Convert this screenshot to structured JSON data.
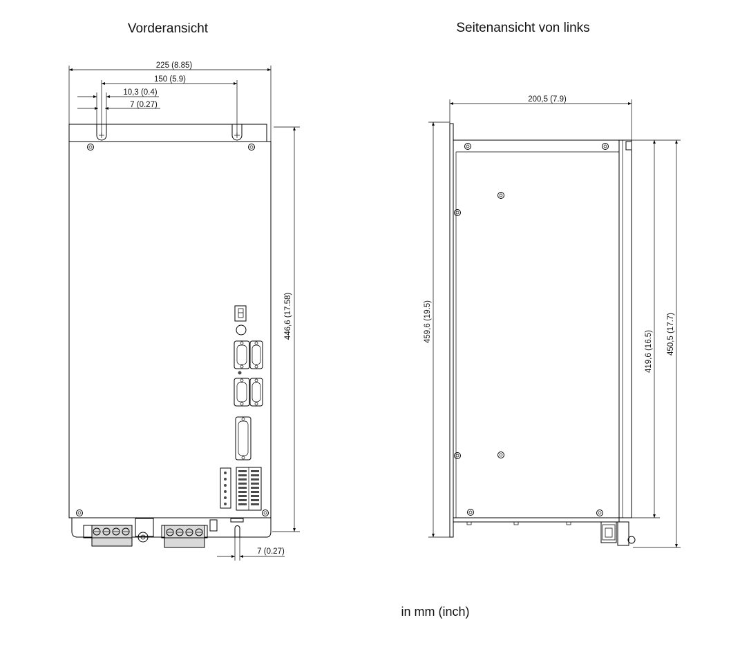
{
  "titles": {
    "front_view": "Vorderansicht",
    "side_view": "Seitenansicht von links"
  },
  "front_dims": {
    "overall_width": "225 (8.85)",
    "hole_spacing": "150 (5.9)",
    "slot_width_a": "10,3 (0.4)",
    "slot_width_b": "7 (0.27)",
    "height": "446,6 (17.58)",
    "bottom_slot": "7 (0.27)"
  },
  "side_dims": {
    "depth": "200,5 (7.9)",
    "total_height": "459,6 (19.5)",
    "inner_height": "419,6 (16.5)",
    "frame_height": "450,5 (17.7)"
  },
  "units_note": "in mm (inch)",
  "colors": {
    "line": "#000000",
    "terminal_fill": "#d9d9d9"
  }
}
